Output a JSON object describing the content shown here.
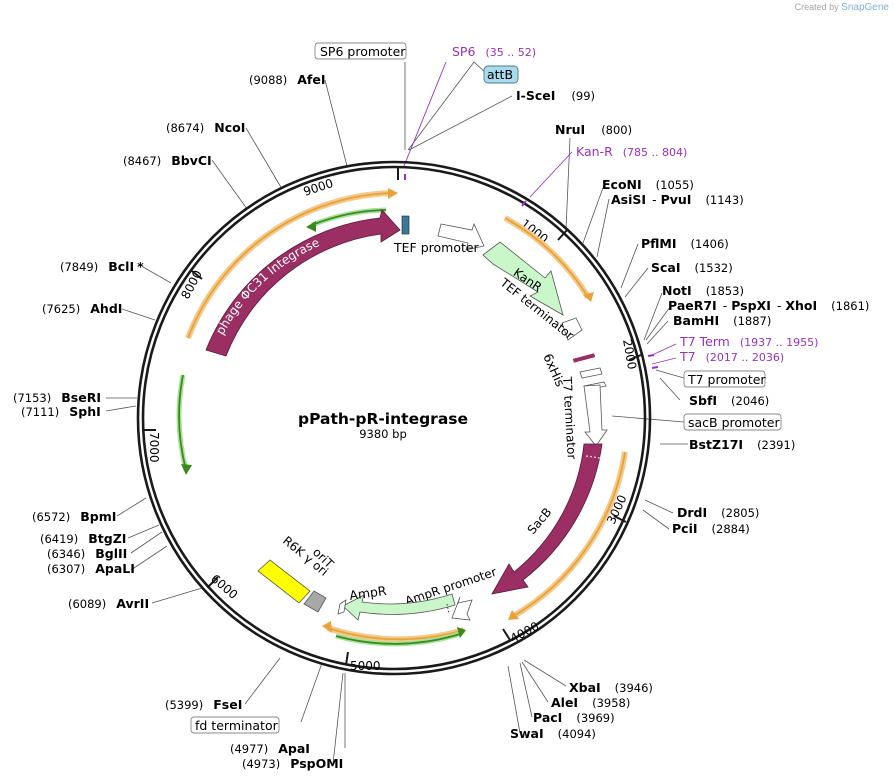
{
  "brand": {
    "prefix": "Created by",
    "name": "SnapGene"
  },
  "plasmid": {
    "name": "pPath-pR-integrase",
    "size_label": "9380 bp",
    "length": 9380
  },
  "colors": {
    "backbone": "#1a1a1a",
    "orf_outline": "#e8a23a",
    "orf_arrow": "#3a8a1e",
    "integrase": "#9b2f63",
    "kanr": "#c9f7c9",
    "sacb": "#9b2f63",
    "r6k": "#ffff00",
    "orit": "#a8a8a8",
    "attb": "#a8dced",
    "primer": "#9a2fc2"
  },
  "ticks": [
    {
      "bp": 1000,
      "label": "1000"
    },
    {
      "bp": 2000,
      "label": "2000"
    },
    {
      "bp": 3000,
      "label": "3000"
    },
    {
      "bp": 4000,
      "label": "4000"
    },
    {
      "bp": 5000,
      "label": "5000"
    },
    {
      "bp": 6000,
      "label": "6000"
    },
    {
      "bp": 7000,
      "label": "7000"
    },
    {
      "bp": 8000,
      "label": "8000"
    },
    {
      "bp": 9000,
      "label": "9000"
    }
  ],
  "enzymes": [
    {
      "name": "I-SceI",
      "pos": "(99)"
    },
    {
      "name": "NruI",
      "pos": "(800)"
    },
    {
      "name": "EcoNI",
      "pos": "(1055)"
    },
    {
      "name": "AsiSI",
      "name2": "PvuI",
      "pos": "(1143)"
    },
    {
      "name": "PflMI",
      "pos": "(1406)"
    },
    {
      "name": "ScaI",
      "pos": "(1532)"
    },
    {
      "name": "NotI",
      "pos": "(1853)"
    },
    {
      "name": "PaeR7I",
      "name2": "PspXI",
      "name3": "XhoI",
      "pos": "(1861)"
    },
    {
      "name": "BamHI",
      "pos": "(1887)"
    },
    {
      "name": "SbfI",
      "pos": "(2046)"
    },
    {
      "name": "BstZ17I",
      "pos": "(2391)"
    },
    {
      "name": "DrdI",
      "pos": "(2805)"
    },
    {
      "name": "PciI",
      "pos": "(2884)"
    },
    {
      "name": "XbaI",
      "pos": "(3946)"
    },
    {
      "name": "AleI",
      "pos": "(3958)"
    },
    {
      "name": "PacI",
      "pos": "(3969)"
    },
    {
      "name": "SwaI",
      "pos": "(4094)"
    },
    {
      "name": "ApaI",
      "pos": "(4977)"
    },
    {
      "name": "PspOMI",
      "pos": "(4973)"
    },
    {
      "name": "FseI",
      "pos": "(5399)"
    },
    {
      "name": "AvrII",
      "pos": "(6089)"
    },
    {
      "name": "ApaLI",
      "pos": "(6307)"
    },
    {
      "name": "BglII",
      "pos": "(6346)"
    },
    {
      "name": "BtgZI",
      "pos": "(6419)"
    },
    {
      "name": "BpmI",
      "pos": "(6572)"
    },
    {
      "name": "SphI",
      "pos": "(7111)"
    },
    {
      "name": "BseRI",
      "pos": "(7153)"
    },
    {
      "name": "AhdI",
      "pos": "(7625)"
    },
    {
      "name": "BclI",
      "pos": "(7849)",
      "suffix": "*"
    },
    {
      "name": "BbvCI",
      "pos": "(8467)"
    },
    {
      "name": "NcoI",
      "pos": "(8674)"
    },
    {
      "name": "AfeI",
      "pos": "(9088)"
    }
  ],
  "primers": [
    {
      "name": "SP6",
      "range": "(35 .. 52)"
    },
    {
      "name": "Kan-R",
      "range": "(785 .. 804)"
    },
    {
      "name": "T7 Term",
      "range": "(1937 .. 1955)"
    },
    {
      "name": "T7",
      "range": "(2017 .. 2036)"
    }
  ],
  "boxed_features": [
    {
      "name": "SP6 promoter"
    },
    {
      "name": "attB"
    },
    {
      "name": "T7 promoter"
    },
    {
      "name": "sacB promoter"
    },
    {
      "name": "fd terminator"
    }
  ],
  "features": {
    "integrase": "phage ΦC31 Integrase",
    "tef_promoter": "TEF promoter",
    "kanr": "KanR",
    "tef_terminator": "TEF terminator",
    "his": "6xHis",
    "t7_terminator": "T7 terminator",
    "sacb": "SacB",
    "ampr": "AmpR",
    "ampr_promoter": "AmpR promoter",
    "r6k": "R6K γ ori",
    "orit": "oriT"
  }
}
